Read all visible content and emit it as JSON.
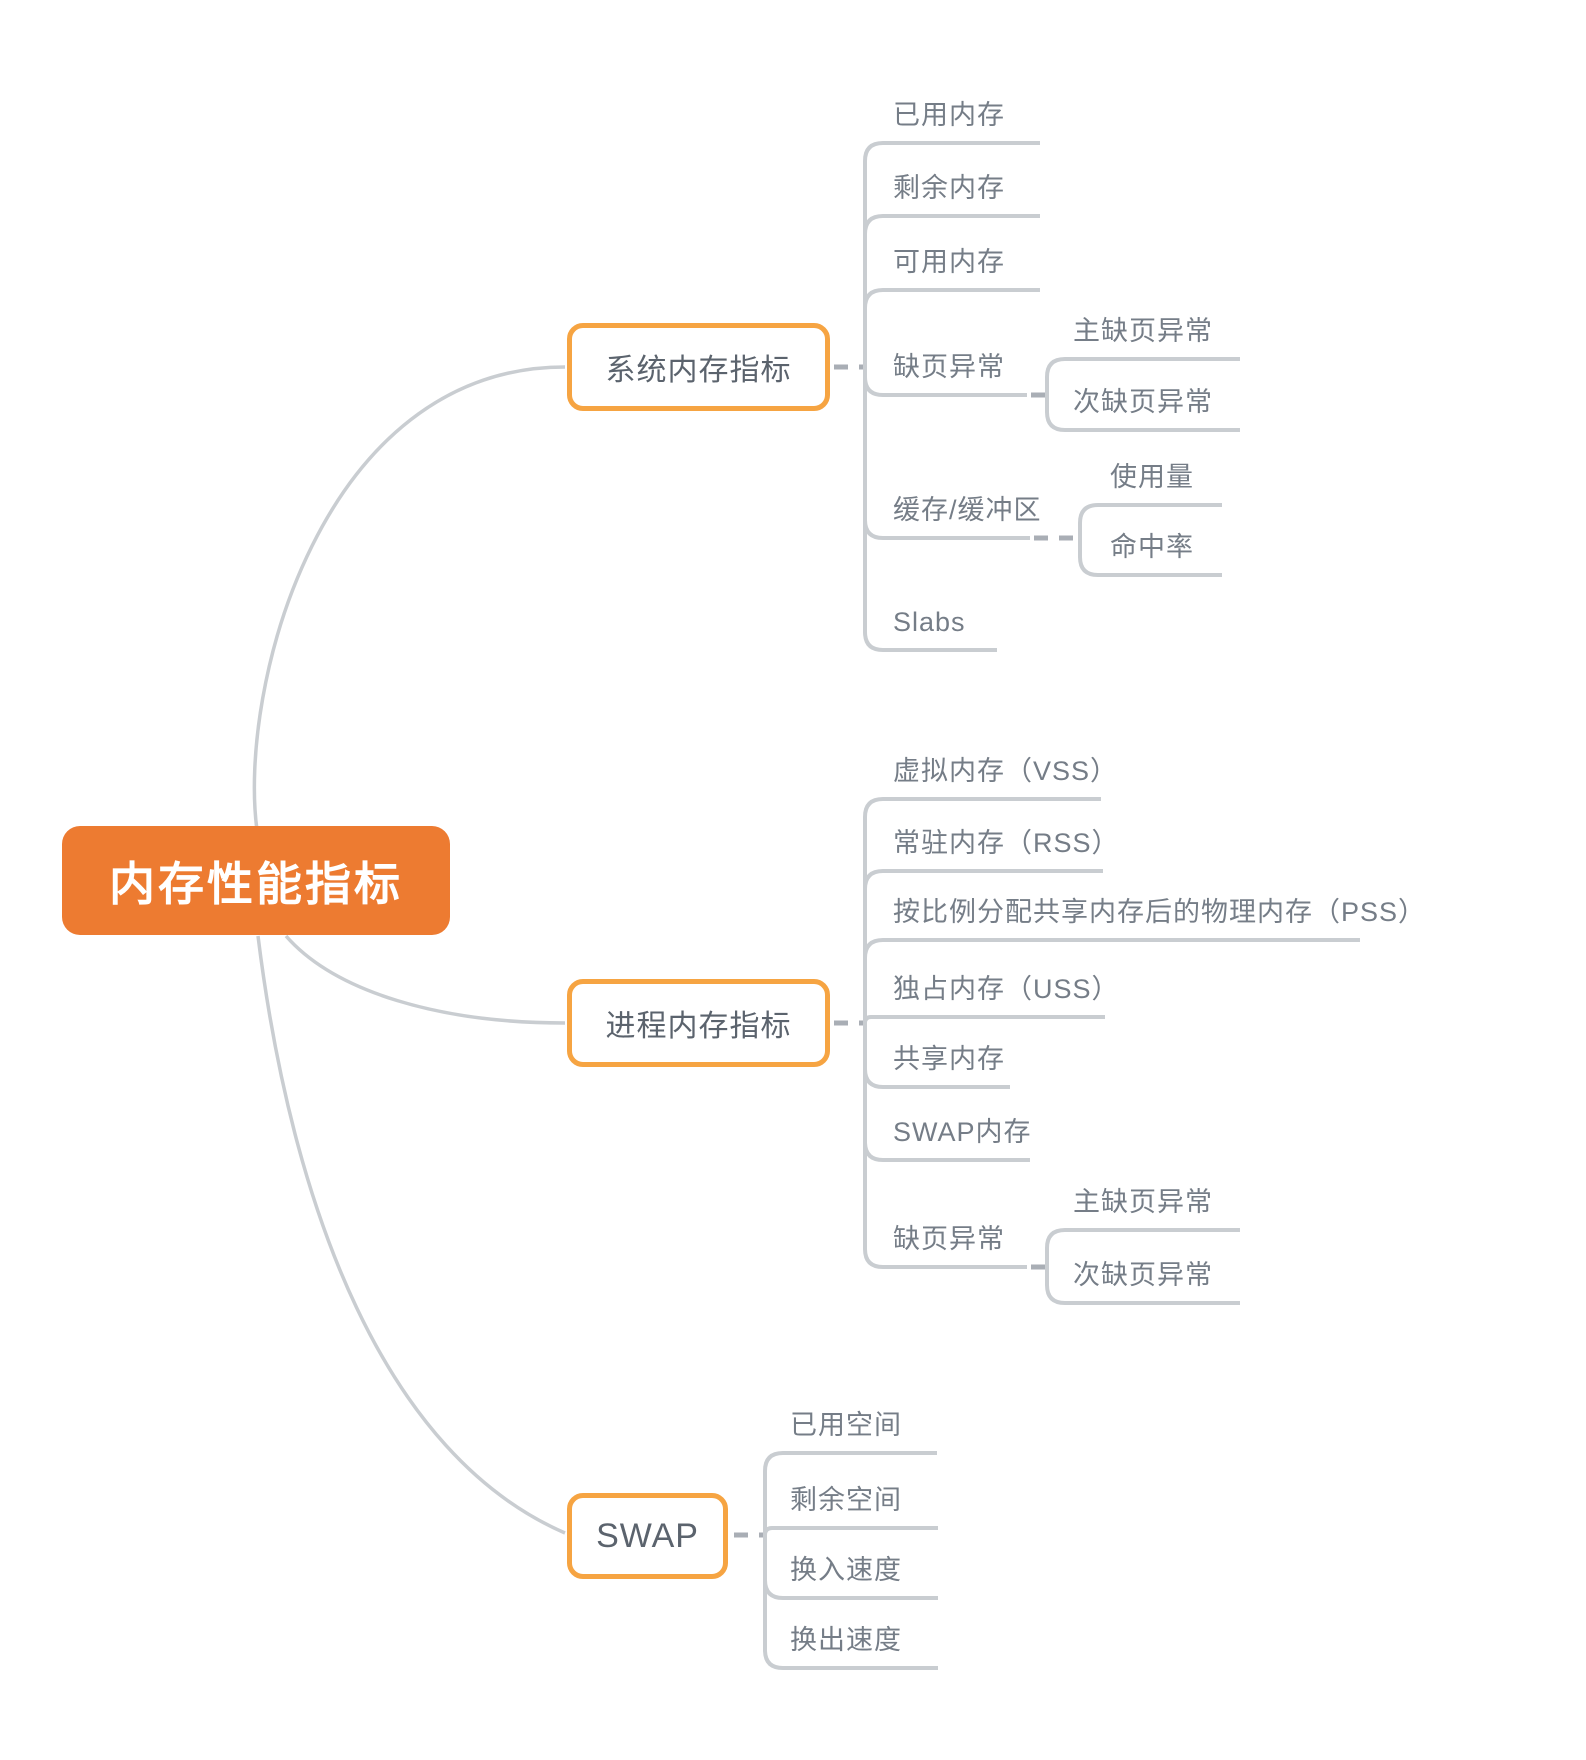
{
  "root": {
    "label": "内存性能指标"
  },
  "branches": [
    {
      "label": "系统内存指标",
      "children": [
        {
          "label": "已用内存"
        },
        {
          "label": "剩余内存"
        },
        {
          "label": "可用内存"
        },
        {
          "label": "缺页异常",
          "children": [
            {
              "label": "主缺页异常"
            },
            {
              "label": "次缺页异常"
            }
          ]
        },
        {
          "label": "缓存/缓冲区",
          "children": [
            {
              "label": "使用量"
            },
            {
              "label": "命中率"
            }
          ]
        },
        {
          "label": "Slabs"
        }
      ]
    },
    {
      "label": "进程内存指标",
      "children": [
        {
          "label": "虚拟内存（VSS）"
        },
        {
          "label": "常驻内存（RSS）"
        },
        {
          "label": "按比例分配共享内存后的物理内存（PSS）"
        },
        {
          "label": "独占内存（USS）"
        },
        {
          "label": "共享内存"
        },
        {
          "label": "SWAP内存"
        },
        {
          "label": "缺页异常",
          "children": [
            {
              "label": "主缺页异常"
            },
            {
              "label": "次缺页异常"
            }
          ]
        }
      ]
    },
    {
      "label": "SWAP",
      "children": [
        {
          "label": "已用空间"
        },
        {
          "label": "剩余空间"
        },
        {
          "label": "换入速度"
        },
        {
          "label": "换出速度"
        }
      ]
    }
  ],
  "colors": {
    "root_fill": "#ED7B31",
    "branch_border": "#F6A442",
    "branch_text": "#5B636D",
    "leaf_text": "#757D87",
    "line": "#C9CDD1",
    "dash": "#A9AEB5"
  }
}
